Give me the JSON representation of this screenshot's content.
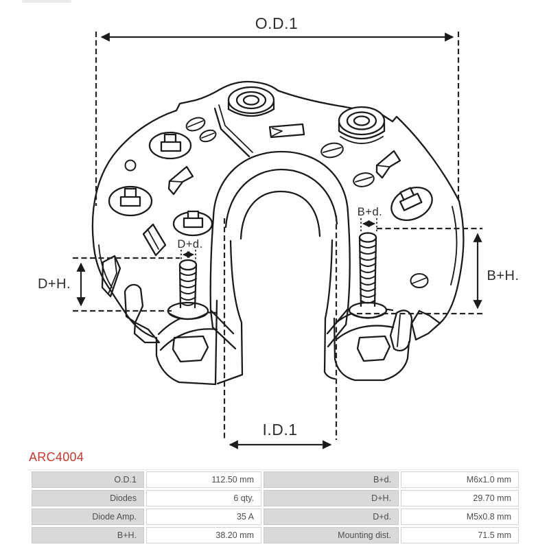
{
  "part_number": {
    "label": "ARC4004",
    "color": "#c43a30"
  },
  "diagram": {
    "line_color": "#1b1b1b",
    "dimensions": {
      "od1": {
        "label": "O.D.1"
      },
      "id1": {
        "label": "I.D.1"
      },
      "dph": {
        "label": "D+H."
      },
      "bph": {
        "label": "B+H."
      },
      "dpd": {
        "label": "D+d."
      },
      "bpd": {
        "label": "B+d."
      }
    }
  },
  "spec_table": {
    "label_bg": "#d9d9d9",
    "value_bg": "#ffffff",
    "text_color": "#4d4d4d",
    "rows": [
      {
        "left_label": "O.D.1",
        "left_value": "112.50 mm",
        "right_label": "B+d.",
        "right_value": "M6x1.0 mm"
      },
      {
        "left_label": "Diodes",
        "left_value": "6 qty.",
        "right_label": "D+H.",
        "right_value": "29.70 mm"
      },
      {
        "left_label": "Diode Amp.",
        "left_value": "35 A",
        "right_label": "D+d.",
        "right_value": "M5x0.8 mm"
      },
      {
        "left_label": "B+H.",
        "left_value": "38.20 mm",
        "right_label": "Mounting dist.",
        "right_value": "71.5 mm"
      }
    ]
  }
}
